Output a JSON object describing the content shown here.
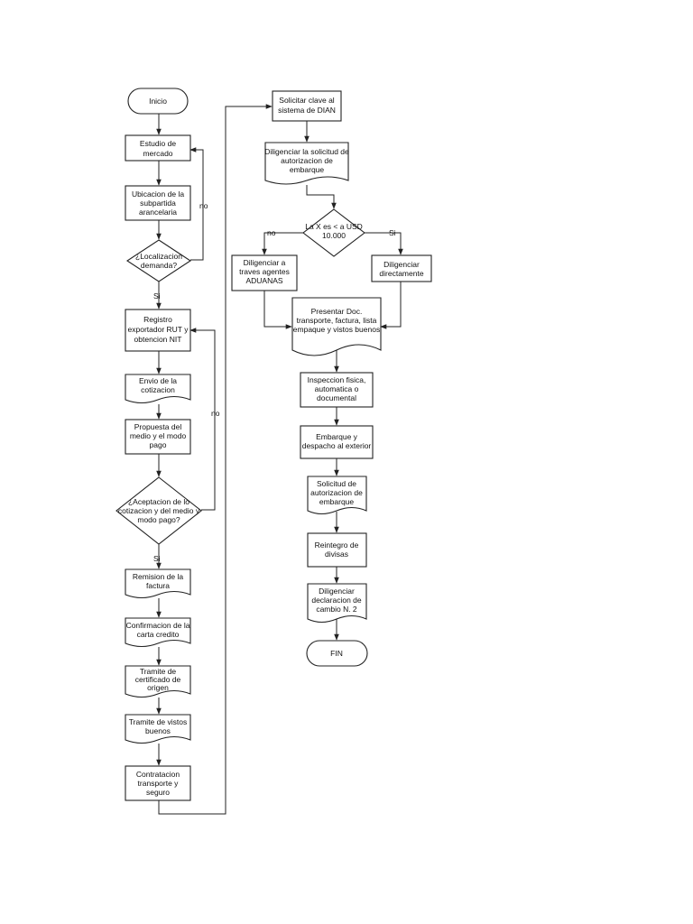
{
  "nodes": {
    "inicio": "Inicio",
    "estudio": [
      "Estudio de",
      "mercado"
    ],
    "ubicacion": [
      "Ubicacion de la",
      "subpartida",
      "arancelaria"
    ],
    "localizacion": [
      "¿Localizacion",
      "demanda?"
    ],
    "registro": [
      "Registro",
      "exportador RUT y",
      "obtencion NIT"
    ],
    "envio": [
      "Envio de la",
      "cotizacion"
    ],
    "propuesta": [
      "Propuesta del",
      "medio y el modo",
      "pago"
    ],
    "aceptacion": [
      "¿Aceptacion de lo",
      "cotizacion y del medio y",
      "modo pago?"
    ],
    "remision": [
      "Remision de la",
      "factura"
    ],
    "confirmacion": [
      "Confirmacion de la",
      "carta credito"
    ],
    "tramite_cert": [
      "Tramite de",
      "certificado de",
      "origen"
    ],
    "tramite_vistos": [
      "Tramite de vistos",
      "buenos"
    ],
    "contratacion": [
      "Contratacion",
      "transporte y",
      "seguro"
    ],
    "solicitar_clave": [
      "Solicitar clave al",
      "sistema de DIAN"
    ],
    "diligenciar_solicitud": [
      "Diligenciar la solicitud de",
      "autorizacion de",
      "embarque"
    ],
    "decision_x": [
      "La X es < a USD",
      "10.000"
    ],
    "diligenciar_aduanas": [
      "Diligenciar a",
      "traves agentes",
      "ADUANAS"
    ],
    "diligenciar_directo": [
      "Diligenciar",
      "directamente"
    ],
    "presentar": [
      "Presentar Doc.",
      "transporte, factura, lista",
      "empaque y vistos buenos"
    ],
    "inspeccion": [
      "Inspeccion fisica,",
      "automatica o",
      "documental"
    ],
    "embarque": [
      "Embarque y",
      "despacho al exterior"
    ],
    "solicitud_aut": [
      "Solicitud de",
      "autorizacion de",
      "embarque"
    ],
    "reintegro": [
      "Reintegro de",
      "divisas"
    ],
    "declaracion": [
      "Diligenciar",
      "declaracion de",
      "cambio N. 2"
    ],
    "fin": "FIN"
  },
  "edge_labels": {
    "loc_no": "no",
    "loc_si": "Si",
    "acep_no": "no",
    "acep_si": "Si",
    "x_no": "no",
    "x_si": "Si"
  },
  "colors": {
    "stroke": "#222222",
    "fill": "#ffffff",
    "text": "#111111"
  }
}
